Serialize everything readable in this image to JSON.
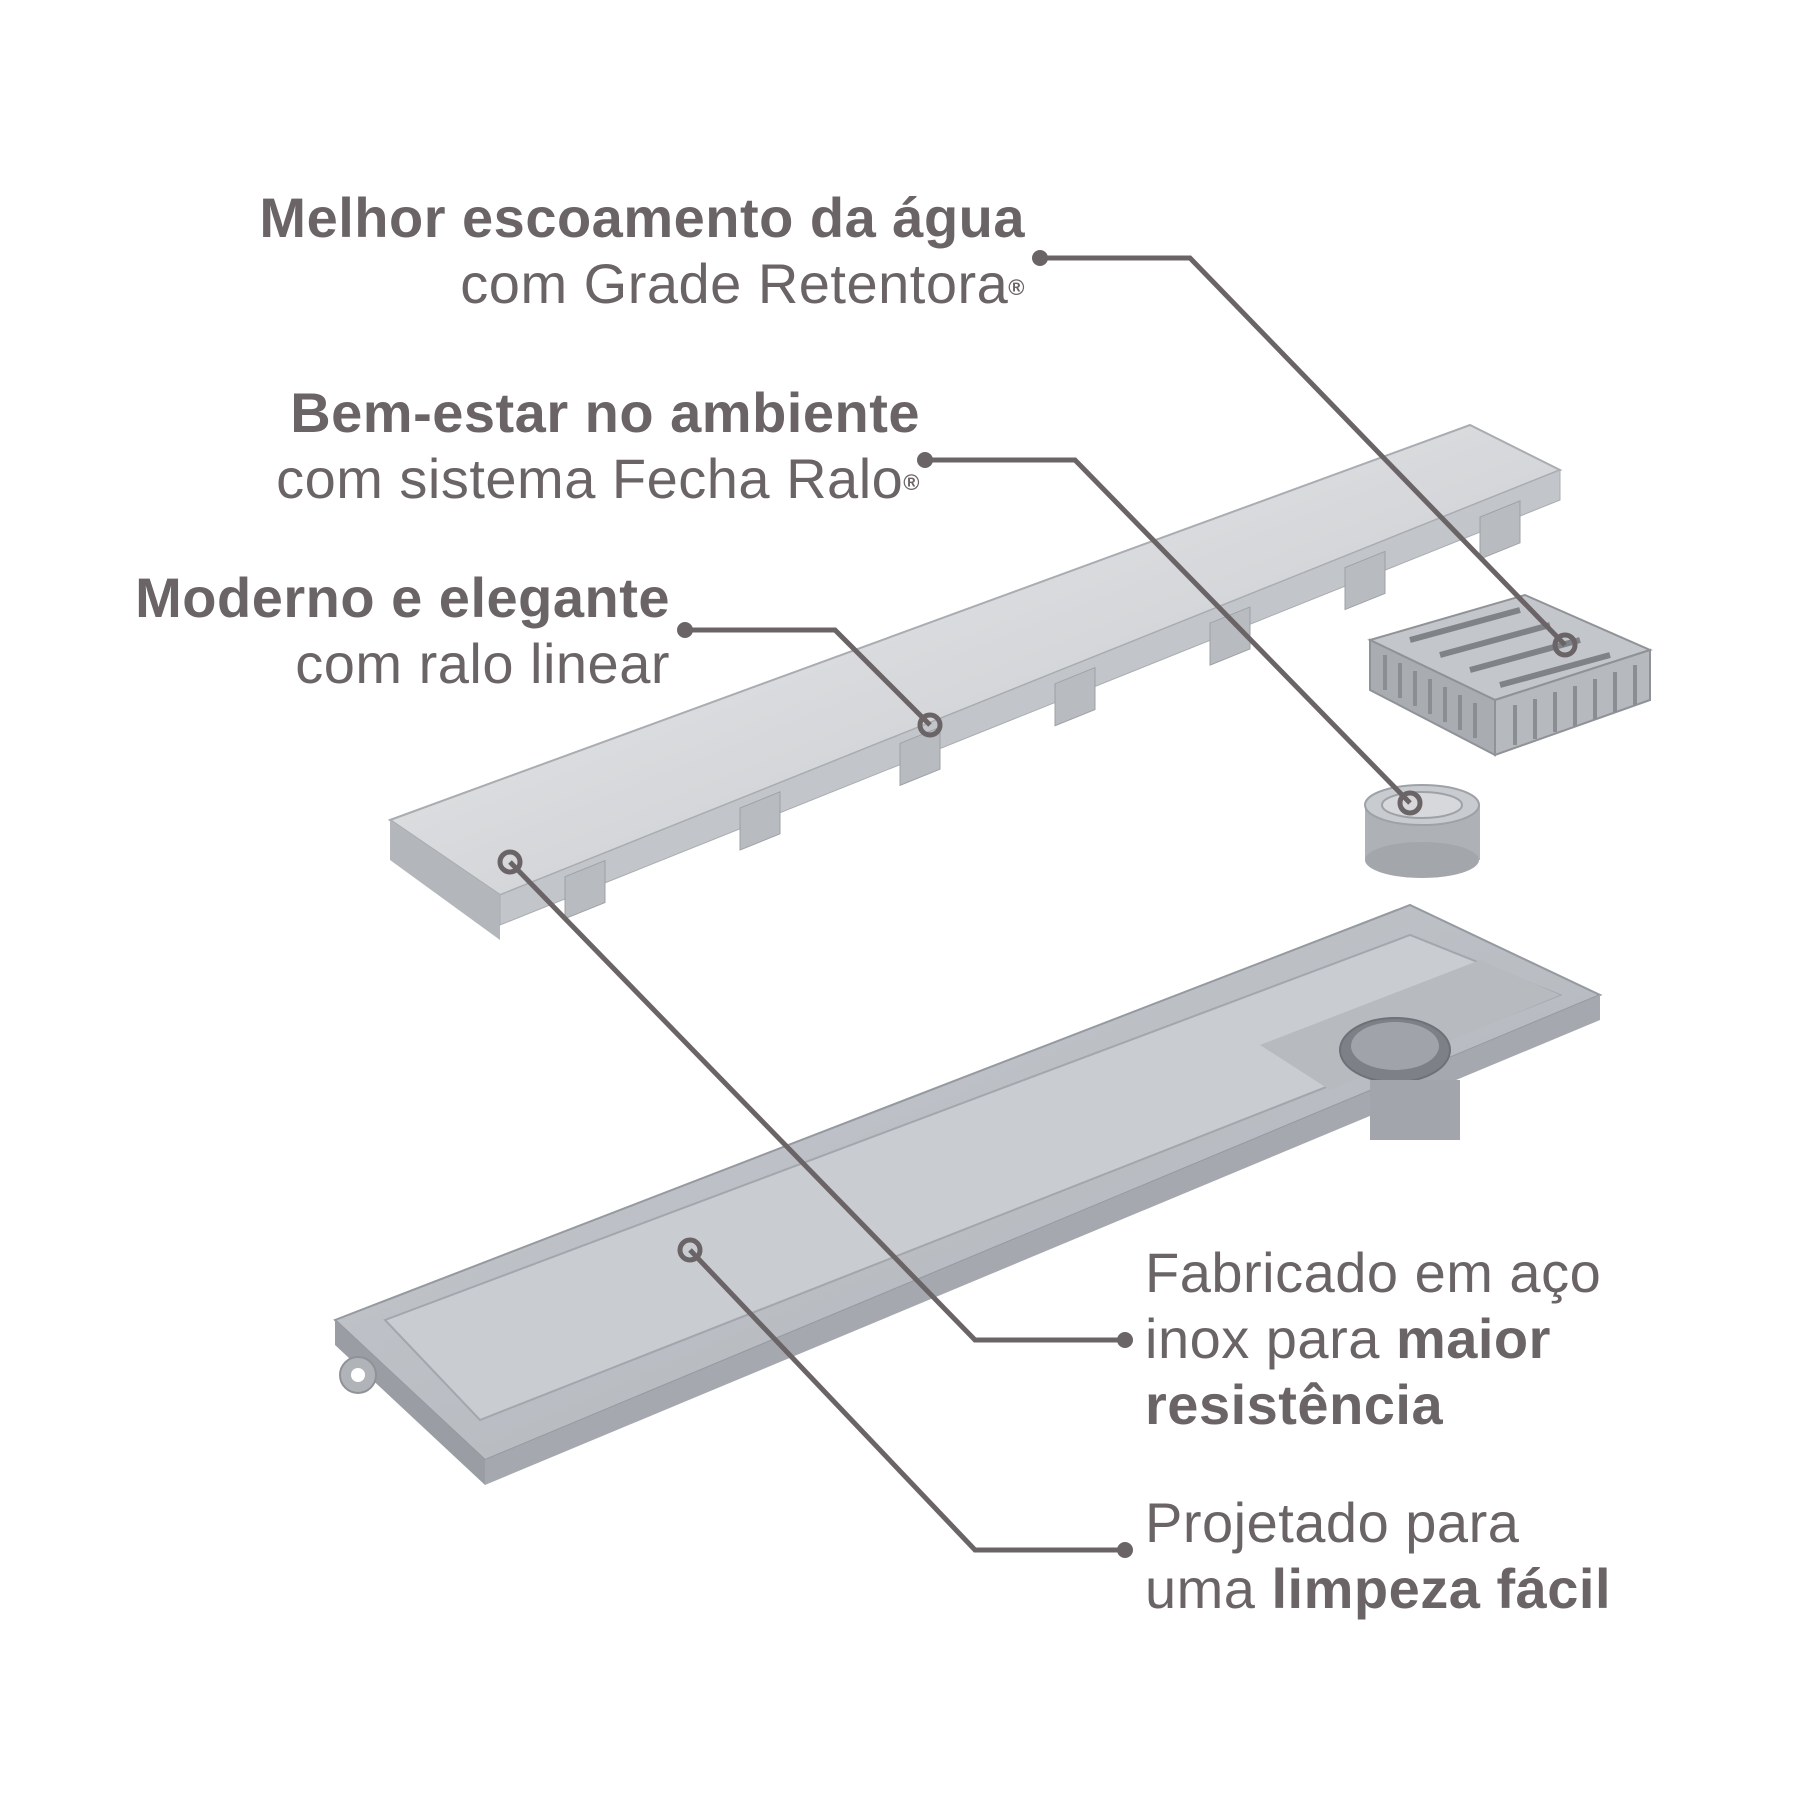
{
  "callouts": {
    "grade": {
      "line1": "Melhor escoamento da água",
      "line2": "com Grade Retentora",
      "mark": "®"
    },
    "fecha": {
      "line1": "Bem-estar no ambiente",
      "line2": "com sistema Fecha Ralo",
      "mark": "®"
    },
    "moderno": {
      "line1": "Moderno e elegante",
      "line2": "com ralo linear"
    },
    "inox": {
      "line1": "Fabricado em aço",
      "line2a": "inox para ",
      "line2b": "maior",
      "line3": "resistência"
    },
    "limpeza": {
      "line1": "Projetado para",
      "line2a": "uma ",
      "line2b": "limpeza fácil"
    }
  },
  "colors": {
    "text": "#6b6467",
    "steel": "#d2d3d6",
    "plastic": "#b9bcc1",
    "line": "#6b6467"
  }
}
